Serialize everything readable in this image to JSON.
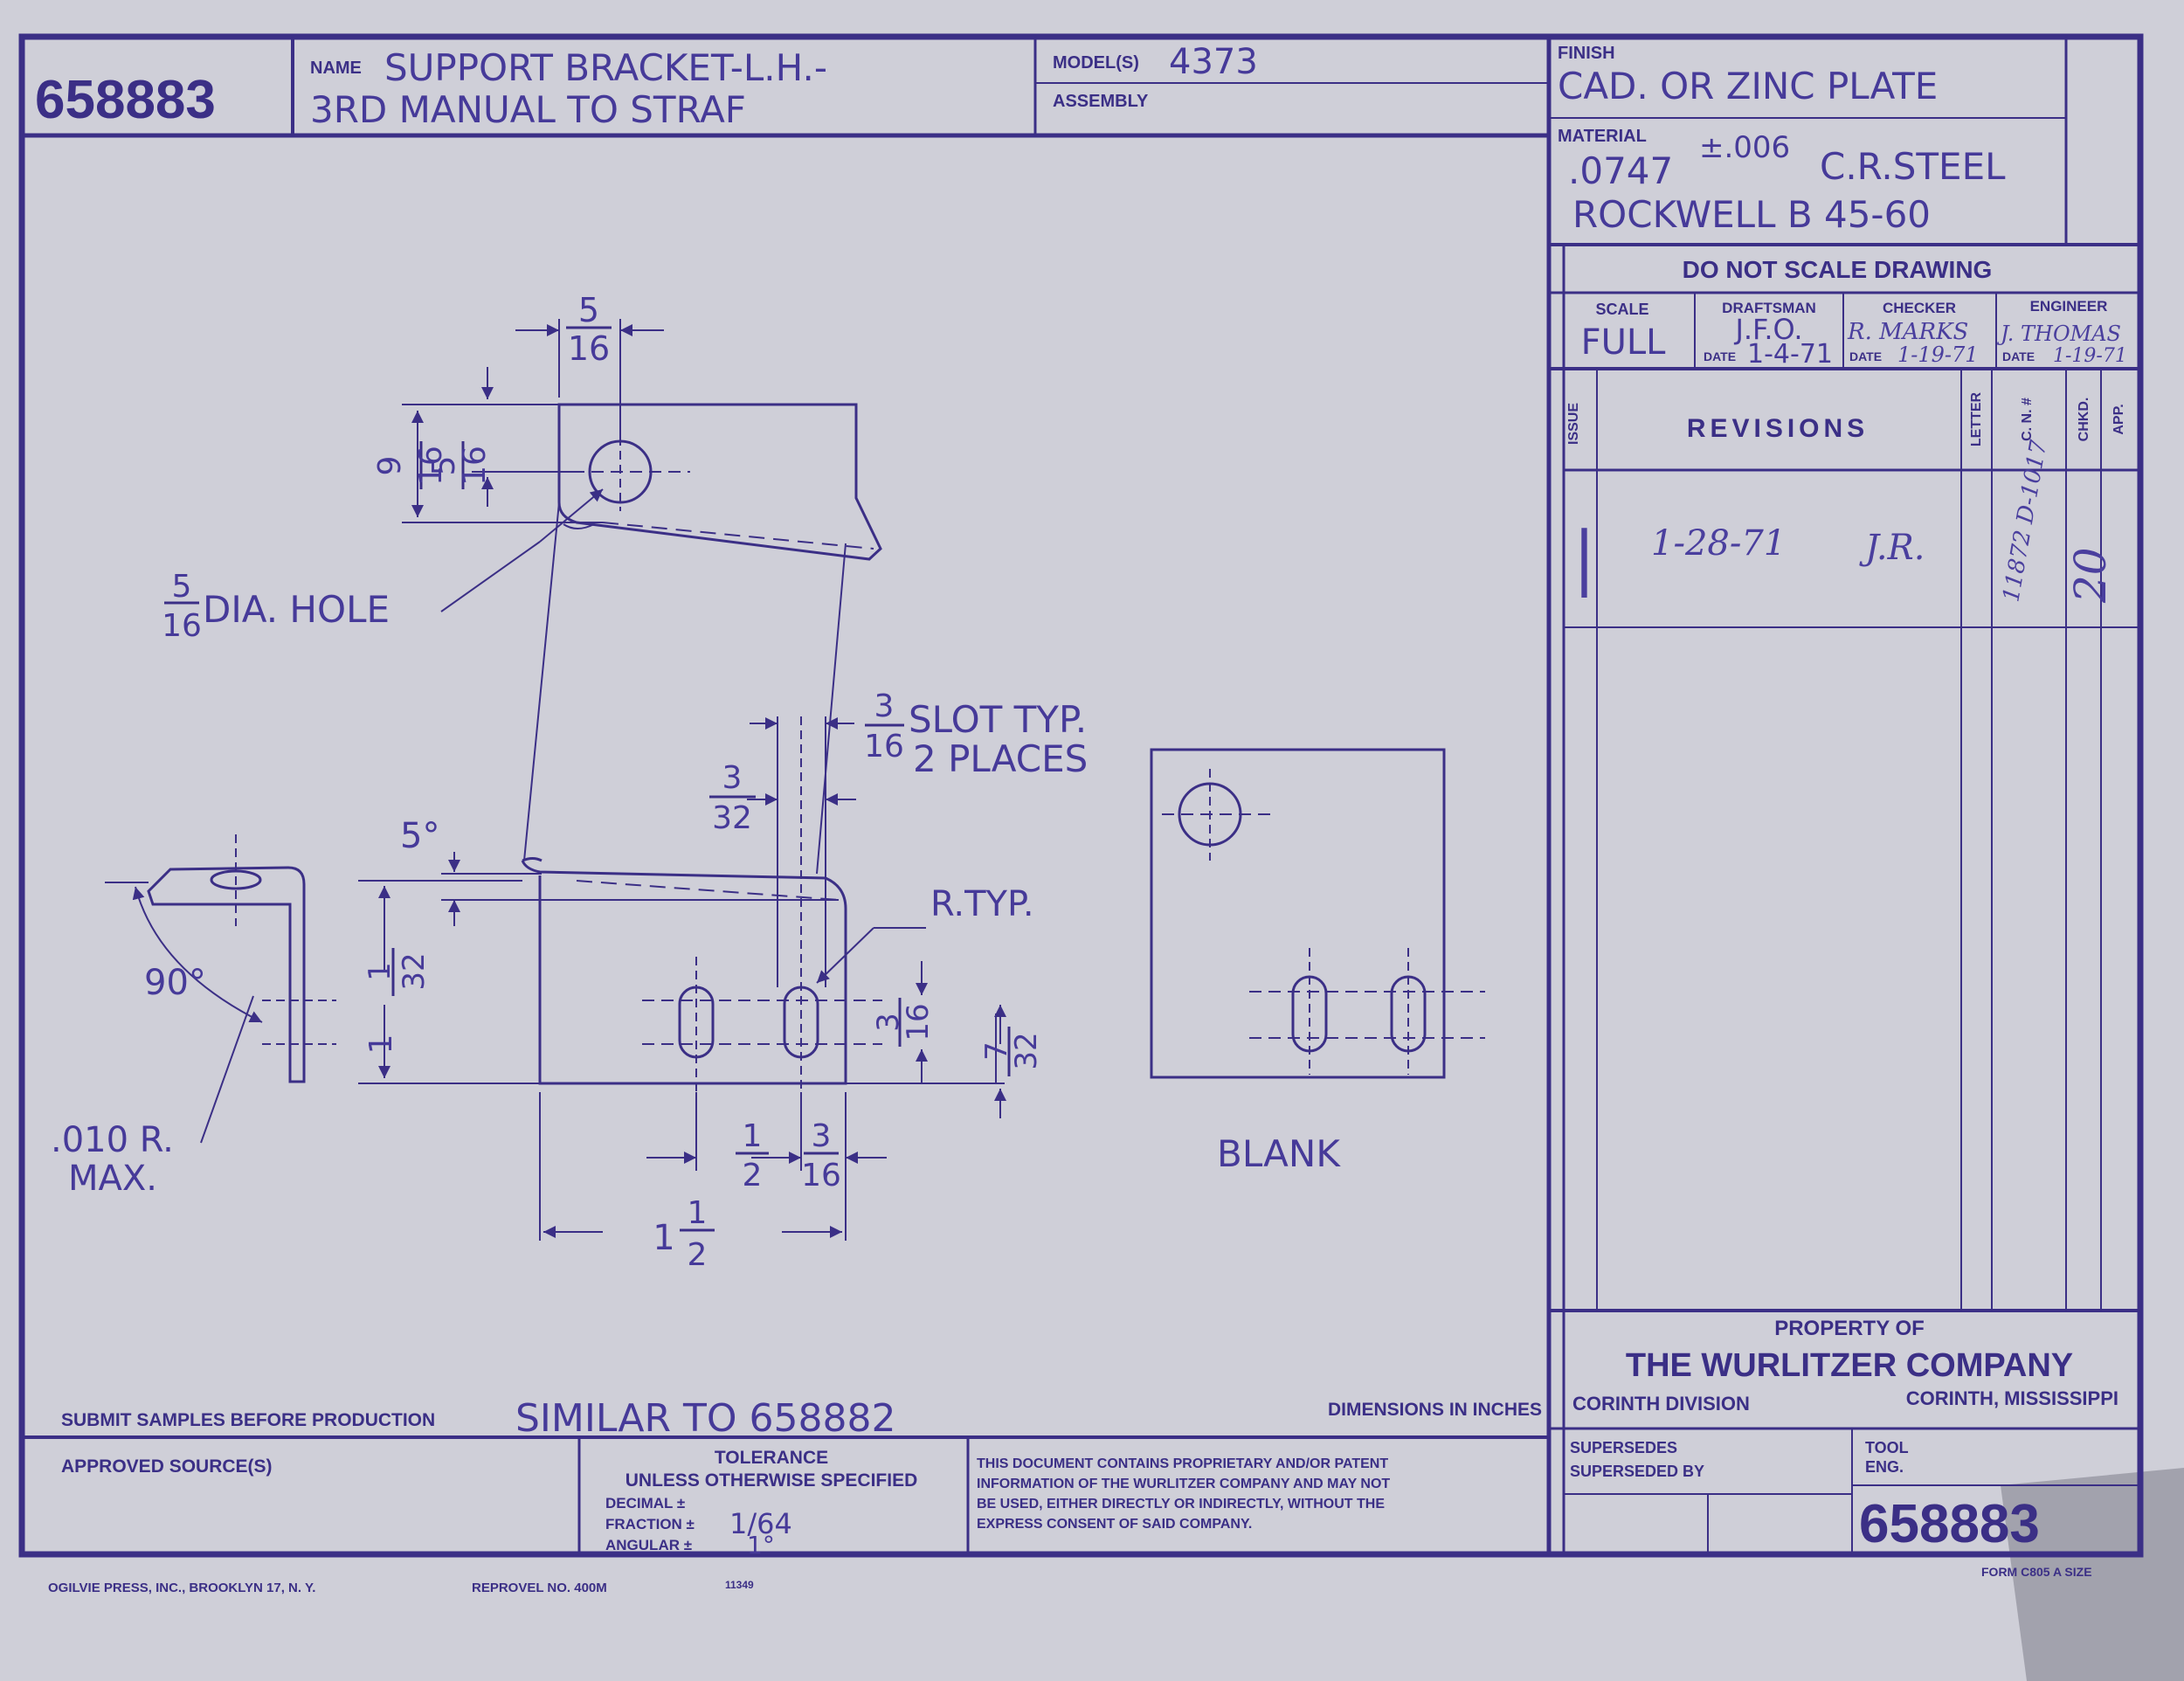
{
  "title_block": {
    "part_number": "658883",
    "name_label": "NAME",
    "name_line1": "SUPPORT BRACKET-L.H.-",
    "name_line2": "3RD MANUAL TO STRAF",
    "models_label": "MODEL(S)",
    "models_value": "4373",
    "assembly_label": "ASSEMBLY",
    "finish_label": "FINISH",
    "finish_value": "CAD. OR ZINC PLATE",
    "material_label": "MATERIAL",
    "material_thickness": ".0747",
    "material_tolerance": "±.006",
    "material_type": "C.R.STEEL",
    "material_hardness": "ROCKWELL B 45-60",
    "do_not_scale": "DO NOT SCALE DRAWING",
    "scale_label": "SCALE",
    "scale_value": "FULL",
    "draftsman_label": "DRAFTSMAN",
    "draftsman_value": "J.F.O.",
    "draftsman_date": "1-4-71",
    "checker_label": "CHECKER",
    "checker_value": "R. MARKS",
    "checker_date": "1-19-71",
    "engineer_label": "ENGINEER",
    "engineer_value": "J. THOMAS",
    "engineer_date": "1-19-71",
    "date_label": "DATE",
    "revisions_header": "REVISIONS",
    "issue_label": "ISSUE",
    "letter_label": "LETTER",
    "cn_label": "C. N. #",
    "chkd_label": "CHKD.",
    "app_label": "APP.",
    "revision_issue": "|",
    "revision_text": "1-28-71",
    "revision_initials": "J.R.",
    "revision_cn": "11872 D-1017",
    "revision_chkd": "20",
    "property_of": "PROPERTY OF",
    "company": "THE WURLITZER COMPANY",
    "division": "CORINTH DIVISION",
    "location": "CORINTH, MISSISSIPPI",
    "supersedes_label": "SUPERSEDES",
    "superseded_by_label": "SUPERSEDED BY",
    "tool_eng_label1": "TOOL",
    "tool_eng_label2": "ENG.",
    "bottom_part_number": "658883"
  },
  "notes": {
    "submit_samples": "SUBMIT SAMPLES BEFORE PRODUCTION",
    "similar_to": "SIMILAR TO 658882",
    "dimensions_in": "DIMENSIONS IN INCHES",
    "approved_sources": "APPROVED SOURCE(S)",
    "tolerance_title": "TOLERANCE",
    "tolerance_sub": "UNLESS OTHERWISE SPECIFIED",
    "decimal_label": "DECIMAL ±",
    "fraction_label": "FRACTION ±",
    "fraction_value": "1/64",
    "angular_label": "ANGULAR ±",
    "angular_value": "1°",
    "proprietary_1": "THIS DOCUMENT CONTAINS PROPRIETARY AND/OR PATENT",
    "proprietary_2": "INFORMATION OF THE WURLITZER COMPANY AND MAY NOT",
    "proprietary_3": "BE USED, EITHER DIRECTLY OR INDIRECTLY, WITHOUT THE",
    "proprietary_4": "EXPRESS CONSENT OF SAID COMPANY.",
    "printer": "OGILVIE PRESS, INC., BROOKLYN 17, N. Y.",
    "reprovel": "REPROVEL NO. 400M",
    "reprovel_code": "11349",
    "form": "FORM C805 A SIZE"
  },
  "drawing": {
    "dia_hole_num": "5",
    "dia_hole_den": "16",
    "dia_hole_text": "DIA. HOLE",
    "top_width_num": "5",
    "top_width_den": "16",
    "hole_v1_num": "9",
    "hole_v1_den": "16",
    "hole_v2_num": "5",
    "hole_v2_den": "16",
    "slot_num": "3",
    "slot_den": "16",
    "slot_text1": "SLOT TYP.",
    "slot_text2": "2 PLACES",
    "slot_gap_num": "3",
    "slot_gap_den": "32",
    "angle_5": "5°",
    "r_typ": "R.TYP.",
    "height_whole": "1",
    "height_num": "1",
    "height_den": "32",
    "angle_90": "90°",
    "radius_note1": ".010 R.",
    "radius_note2": "MAX.",
    "slot_h_num": "3",
    "slot_h_den": "16",
    "slot_bot_num": "7",
    "slot_bot_den": "32",
    "half_num": "1",
    "half_den": "2",
    "edge_num": "3",
    "edge_den": "16",
    "width_whole": "1",
    "width_num": "1",
    "width_den": "2",
    "blank_label": "BLANK"
  },
  "colors": {
    "paper": "#cfcfd8",
    "ink": "#3b2f86",
    "pencil": "#463a99"
  }
}
